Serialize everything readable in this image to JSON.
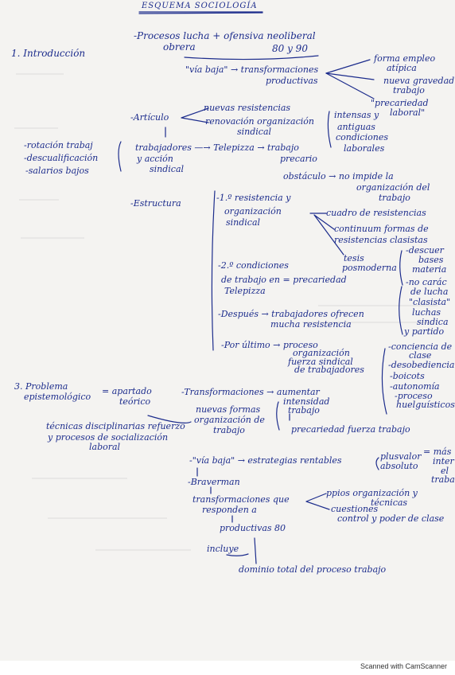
{
  "title": "ESQUEMA SOCIOLOGÍA",
  "intro": {
    "heading": "1. Introducción",
    "subtitle": "-Procesos lucha + ofensiva neoliberal",
    "subtitle2": "obrera",
    "years": "80  y 90",
    "via_baja": "\"vía baja\" → transformaciones",
    "productivas": "productivas",
    "forma1": "forma empleo",
    "forma2": "atípica",
    "forma3": "nueva gravedad",
    "forma4": "trabajo",
    "precar1": "\"precariedad",
    "precar2": "laboral\"",
    "articulo": "-Artículo",
    "nuevas1": "nuevas resistencias",
    "nuevas2": "renovación organización",
    "nuevas3": "sindical",
    "intensas1": "intensas  y",
    "intensas2": "antiguas",
    "intensas3": "condiciones",
    "intensas4": "laborales",
    "left1": "-rotación trabaj",
    "left2": "-descualificación",
    "left3": "-salarios bajos",
    "trab1": "trabajadores  —→  Telepizza → trabajo",
    "trab2": "y acción",
    "trab3": "sindical",
    "precario": "precario",
    "obstaculo": "obstáculo → no impide la",
    "org1": "organización del",
    "org2": "trabajo",
    "estructura": "-Estructura",
    "e1": "-1.º  resistencia  y",
    "e2": "organización",
    "e3": "sindical",
    "cuadro": "cuadro de resistencias",
    "cont1": "continuum formas de",
    "cont2": "resistencias clasistas",
    "tesis1": "tesis",
    "tesis2": "posmoderna",
    "des1": "-descuer",
    "des2": "bases",
    "des3": "materia",
    "nocarac1": "-no carác",
    "nocarac2": "de lucha",
    "nocarac3": "\"clasista\"",
    "nocarac4": "luchas",
    "nocarac5": "sindica",
    "nocarac6": "y partido",
    "e21": "-2.º condiciones",
    "e22": "de trabajo en = precariedad",
    "e23": "Telepizza",
    "desp1": "-Después → trabajadores ofrecen",
    "desp2": "mucha resistencia",
    "ult1": "-Por último → proceso",
    "ult2": "organización",
    "ult3": "fuerza sindical",
    "ult4": "de trabajadores",
    "conc1": "-conciencia de",
    "conc2": "clase",
    "conc3": "-desobediencia",
    "conc4": "-boicots",
    "conc5": "-autonomía",
    "conc6": "-proceso",
    "conc7": "huelguísticos"
  },
  "problema": {
    "heading1": "3. Problema",
    "heading2": "epistemológico",
    "apartado1": "= apartado",
    "apartado2": "teórico",
    "transf": "-Transformaciones → aumentar",
    "intensidad1": "intensidad",
    "intensidad2": "trabajo",
    "nuevas1": "nuevas formas",
    "nuevas2": "organización de",
    "nuevas3": "trabajo",
    "precfuerza": "precariedad fuerza trabajo",
    "tecnicas1": "técnicas disciplinarias refuerzo",
    "tecnicas2": "y procesos de socialización",
    "tecnicas3": "laboral",
    "via2": "-\"vía baja\" → estrategias rentables",
    "plus1": "plusvalor",
    "plus2": "absoluto",
    "mas1": "= más",
    "mas2": "inter",
    "mas3": "el",
    "mas4": "traba",
    "braverman": "-Braverman",
    "bt1": "transformaciones que",
    "bt2": "responden a",
    "ppios1": "ppios organización y",
    "ppios2": "técnicas",
    "ppios3": "cuestiones",
    "ppios4": "control y poder de clase",
    "prod80": "productivas 80",
    "incluye": "incluye",
    "dominio": "dominio total del proceso trabajo"
  },
  "footer": {
    "credit": "Scanned with CamScanner"
  },
  "colors": {
    "ink": "#1c2c8c",
    "paper": "#f4f3f1"
  }
}
